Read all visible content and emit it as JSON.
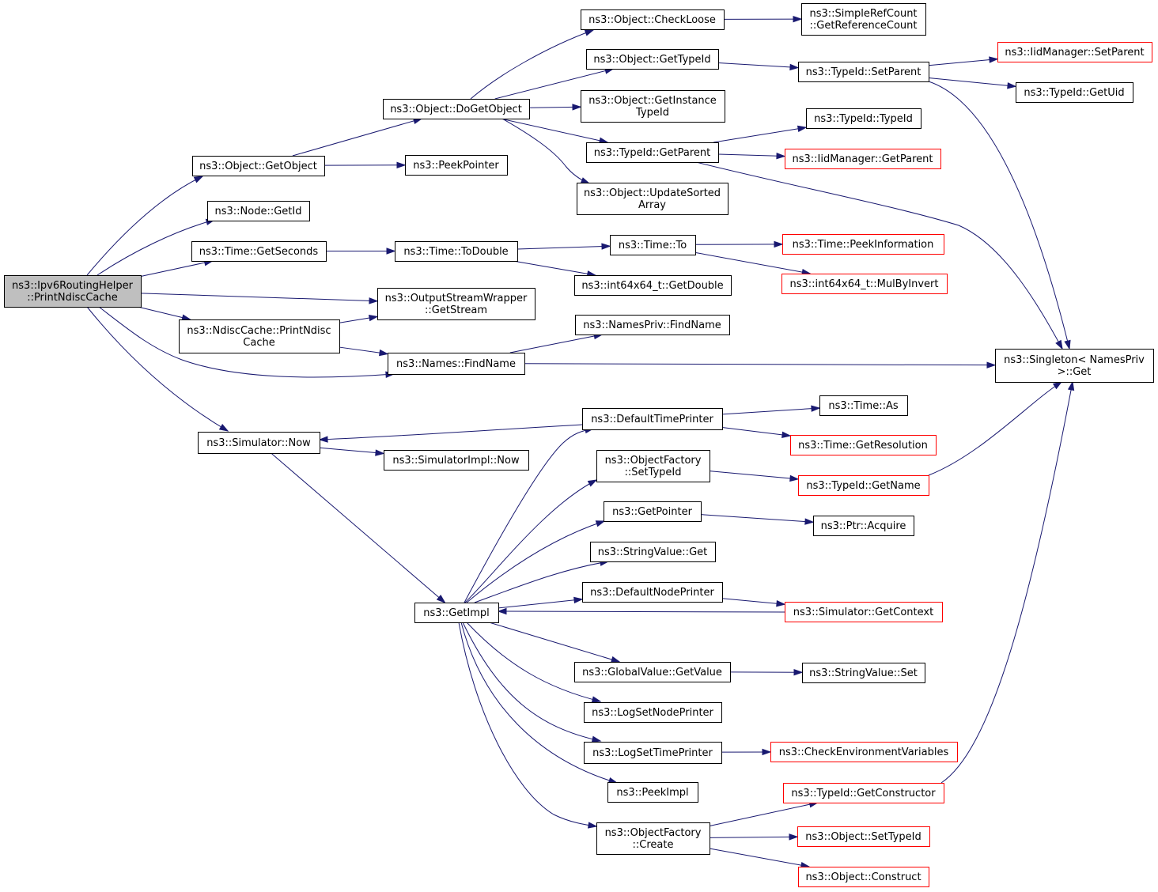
{
  "colors": {
    "edge": "#191970",
    "root_fill": "#bfbfbf",
    "node_fill": "#ffffff",
    "node_border": "#000000",
    "external_border": "#ff0000"
  },
  "nodes": [
    {
      "id": "root",
      "lines": [
        "ns3::Ipv6RoutingHelper",
        "::PrintNdiscCache"
      ],
      "kind": "root"
    },
    {
      "id": "getobject",
      "lines": [
        "ns3::Object::GetObject"
      ],
      "kind": "normal"
    },
    {
      "id": "getid",
      "lines": [
        "ns3::Node::GetId"
      ],
      "kind": "normal"
    },
    {
      "id": "getseconds",
      "lines": [
        "ns3::Time::GetSeconds"
      ],
      "kind": "normal"
    },
    {
      "id": "ndisc",
      "lines": [
        "ns3::NdiscCache::PrintNdisc",
        "Cache"
      ],
      "kind": "normal"
    },
    {
      "id": "now",
      "lines": [
        "ns3::Simulator::Now"
      ],
      "kind": "normal"
    },
    {
      "id": "dogetobject",
      "lines": [
        "ns3::Object::DoGetObject"
      ],
      "kind": "normal"
    },
    {
      "id": "peekpointer",
      "lines": [
        "ns3::PeekPointer"
      ],
      "kind": "normal"
    },
    {
      "id": "todouble",
      "lines": [
        "ns3::Time::ToDouble"
      ],
      "kind": "normal"
    },
    {
      "id": "getstream",
      "lines": [
        "ns3::OutputStreamWrapper",
        "::GetStream"
      ],
      "kind": "normal"
    },
    {
      "id": "findname",
      "lines": [
        "ns3::Names::FindName"
      ],
      "kind": "normal"
    },
    {
      "id": "simimplnow",
      "lines": [
        "ns3::SimulatorImpl::Now"
      ],
      "kind": "normal"
    },
    {
      "id": "getimpl",
      "lines": [
        "ns3::GetImpl"
      ],
      "kind": "normal"
    },
    {
      "id": "checkloose",
      "lines": [
        "ns3::Object::CheckLoose"
      ],
      "kind": "normal"
    },
    {
      "id": "gettypeid",
      "lines": [
        "ns3::Object::GetTypeId"
      ],
      "kind": "normal"
    },
    {
      "id": "getinstancetypeid",
      "lines": [
        "ns3::Object::GetInstance",
        "TypeId"
      ],
      "kind": "normal"
    },
    {
      "id": "getparent",
      "lines": [
        "ns3::TypeId::GetParent"
      ],
      "kind": "normal"
    },
    {
      "id": "updatesorted",
      "lines": [
        "ns3::Object::UpdateSorted",
        "Array"
      ],
      "kind": "normal"
    },
    {
      "id": "timeto",
      "lines": [
        "ns3::Time::To"
      ],
      "kind": "normal"
    },
    {
      "id": "getdouble",
      "lines": [
        "ns3::int64x64_t::GetDouble"
      ],
      "kind": "normal"
    },
    {
      "id": "privfindname",
      "lines": [
        "ns3::NamesPriv::FindName"
      ],
      "kind": "normal"
    },
    {
      "id": "defaulttimeprinter",
      "lines": [
        "ns3::DefaultTimePrinter"
      ],
      "kind": "normal"
    },
    {
      "id": "factsettypeid",
      "lines": [
        "ns3::ObjectFactory",
        "::SetTypeId"
      ],
      "kind": "normal"
    },
    {
      "id": "getpointer",
      "lines": [
        "ns3::GetPointer"
      ],
      "kind": "normal"
    },
    {
      "id": "stringvalueget",
      "lines": [
        "ns3::StringValue::Get"
      ],
      "kind": "normal"
    },
    {
      "id": "defaultnodeprinter",
      "lines": [
        "ns3::DefaultNodePrinter"
      ],
      "kind": "normal"
    },
    {
      "id": "globalgetvalue",
      "lines": [
        "ns3::GlobalValue::GetValue"
      ],
      "kind": "normal"
    },
    {
      "id": "lognodeprinter",
      "lines": [
        "ns3::LogSetNodePrinter"
      ],
      "kind": "normal"
    },
    {
      "id": "logtimeprinter",
      "lines": [
        "ns3::LogSetTimePrinter"
      ],
      "kind": "normal"
    },
    {
      "id": "peekimpl",
      "lines": [
        "ns3::PeekImpl"
      ],
      "kind": "normal"
    },
    {
      "id": "factcreate",
      "lines": [
        "ns3::ObjectFactory",
        "::Create"
      ],
      "kind": "normal"
    },
    {
      "id": "getrefcount",
      "lines": [
        "ns3::SimpleRefCount",
        "::GetReferenceCount"
      ],
      "kind": "normal"
    },
    {
      "id": "setparent",
      "lines": [
        "ns3::TypeId::SetParent"
      ],
      "kind": "normal"
    },
    {
      "id": "typeidtypeid",
      "lines": [
        "ns3::TypeId::TypeId"
      ],
      "kind": "normal"
    },
    {
      "id": "iidgetparent",
      "lines": [
        "ns3::IidManager::GetParent"
      ],
      "kind": "external"
    },
    {
      "id": "peekinfo",
      "lines": [
        "ns3::Time::PeekInformation"
      ],
      "kind": "external"
    },
    {
      "id": "mulbyinvert",
      "lines": [
        "ns3::int64x64_t::MulByInvert"
      ],
      "kind": "external"
    },
    {
      "id": "timeas",
      "lines": [
        "ns3::Time::As"
      ],
      "kind": "normal"
    },
    {
      "id": "getresolution",
      "lines": [
        "ns3::Time::GetResolution"
      ],
      "kind": "external"
    },
    {
      "id": "getname",
      "lines": [
        "ns3::TypeId::GetName"
      ],
      "kind": "external"
    },
    {
      "id": "ptracquire",
      "lines": [
        "ns3::Ptr::Acquire"
      ],
      "kind": "normal"
    },
    {
      "id": "getcontext",
      "lines": [
        "ns3::Simulator::GetContext"
      ],
      "kind": "external"
    },
    {
      "id": "stringvalueset",
      "lines": [
        "ns3::StringValue::Set"
      ],
      "kind": "normal"
    },
    {
      "id": "checkenv",
      "lines": [
        "ns3::CheckEnvironmentVariables"
      ],
      "kind": "external"
    },
    {
      "id": "getconstructor",
      "lines": [
        "ns3::TypeId::GetConstructor"
      ],
      "kind": "external"
    },
    {
      "id": "objsettypeid",
      "lines": [
        "ns3::Object::SetTypeId"
      ],
      "kind": "external"
    },
    {
      "id": "objconstruct",
      "lines": [
        "ns3::Object::Construct"
      ],
      "kind": "external"
    },
    {
      "id": "iidsetparent",
      "lines": [
        "ns3::IidManager::SetParent"
      ],
      "kind": "external"
    },
    {
      "id": "getuid",
      "lines": [
        "ns3::TypeId::GetUid"
      ],
      "kind": "normal"
    },
    {
      "id": "singletonget",
      "lines": [
        "ns3::Singleton< NamesPriv",
        ">::Get"
      ],
      "kind": "normal"
    }
  ],
  "edges": [
    {
      "from": "root",
      "to": "getobject"
    },
    {
      "from": "root",
      "to": "getid"
    },
    {
      "from": "root",
      "to": "getseconds"
    },
    {
      "from": "root",
      "to": "getstream"
    },
    {
      "from": "root",
      "to": "ndisc"
    },
    {
      "from": "root",
      "to": "findname"
    },
    {
      "from": "root",
      "to": "now"
    },
    {
      "from": "getobject",
      "to": "dogetobject"
    },
    {
      "from": "getobject",
      "to": "peekpointer"
    },
    {
      "from": "dogetobject",
      "to": "checkloose"
    },
    {
      "from": "dogetobject",
      "to": "gettypeid"
    },
    {
      "from": "dogetobject",
      "to": "getinstancetypeid"
    },
    {
      "from": "dogetobject",
      "to": "getparent"
    },
    {
      "from": "dogetobject",
      "to": "updatesorted"
    },
    {
      "from": "checkloose",
      "to": "getrefcount"
    },
    {
      "from": "gettypeid",
      "to": "setparent"
    },
    {
      "from": "setparent",
      "to": "iidsetparent"
    },
    {
      "from": "setparent",
      "to": "getuid"
    },
    {
      "from": "setparent",
      "to": "singletonget"
    },
    {
      "from": "getparent",
      "to": "typeidtypeid"
    },
    {
      "from": "getparent",
      "to": "iidgetparent"
    },
    {
      "from": "getparent",
      "to": "singletonget"
    },
    {
      "from": "getseconds",
      "to": "todouble"
    },
    {
      "from": "todouble",
      "to": "timeto"
    },
    {
      "from": "todouble",
      "to": "getdouble"
    },
    {
      "from": "timeto",
      "to": "peekinfo"
    },
    {
      "from": "timeto",
      "to": "mulbyinvert"
    },
    {
      "from": "ndisc",
      "to": "getstream"
    },
    {
      "from": "ndisc",
      "to": "findname"
    },
    {
      "from": "findname",
      "to": "privfindname"
    },
    {
      "from": "findname",
      "to": "singletonget"
    },
    {
      "from": "now",
      "to": "simimplnow"
    },
    {
      "from": "now",
      "to": "getimpl"
    },
    {
      "from": "defaulttimeprinter",
      "to": "now"
    },
    {
      "from": "defaulttimeprinter",
      "to": "timeas"
    },
    {
      "from": "defaulttimeprinter",
      "to": "getresolution"
    },
    {
      "from": "getimpl",
      "to": "defaulttimeprinter"
    },
    {
      "from": "getimpl",
      "to": "factsettypeid"
    },
    {
      "from": "getimpl",
      "to": "getpointer"
    },
    {
      "from": "getimpl",
      "to": "stringvalueget"
    },
    {
      "from": "getimpl",
      "to": "defaultnodeprinter"
    },
    {
      "from": "getimpl",
      "to": "globalgetvalue"
    },
    {
      "from": "getimpl",
      "to": "lognodeprinter"
    },
    {
      "from": "getimpl",
      "to": "logtimeprinter"
    },
    {
      "from": "getimpl",
      "to": "peekimpl"
    },
    {
      "from": "getimpl",
      "to": "factcreate"
    },
    {
      "from": "factsettypeid",
      "to": "getname"
    },
    {
      "from": "getname",
      "to": "singletonget"
    },
    {
      "from": "getpointer",
      "to": "ptracquire"
    },
    {
      "from": "defaultnodeprinter",
      "to": "getcontext"
    },
    {
      "from": "getcontext",
      "to": "getimpl"
    },
    {
      "from": "globalgetvalue",
      "to": "stringvalueset"
    },
    {
      "from": "logtimeprinter",
      "to": "checkenv"
    },
    {
      "from": "factcreate",
      "to": "getconstructor"
    },
    {
      "from": "factcreate",
      "to": "objsettypeid"
    },
    {
      "from": "factcreate",
      "to": "objconstruct"
    },
    {
      "from": "getconstructor",
      "to": "singletonget"
    }
  ]
}
